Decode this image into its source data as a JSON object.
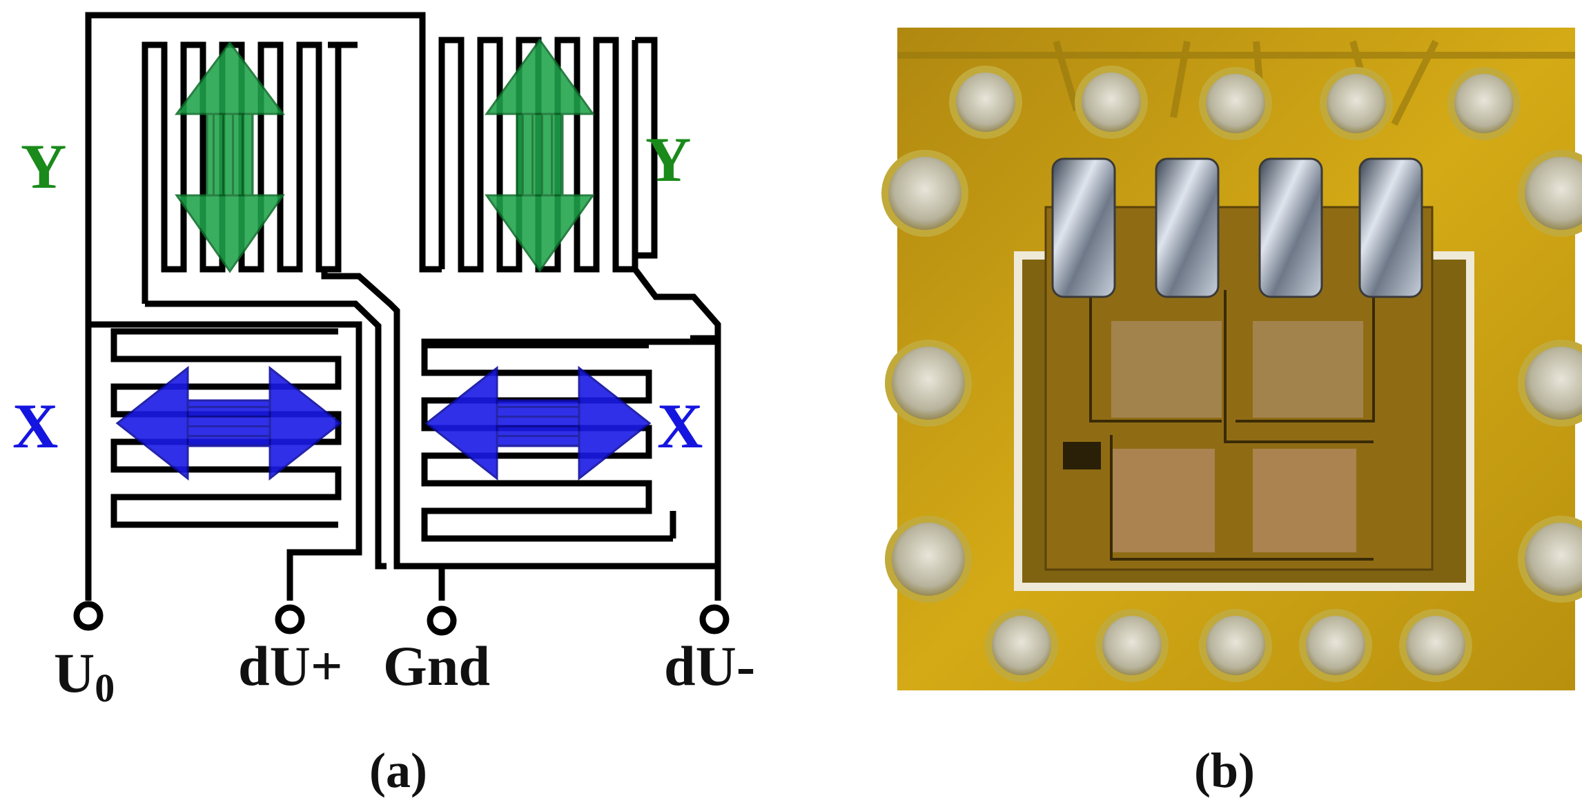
{
  "panel_a": {
    "caption_open": "(",
    "caption_letter": "a",
    "caption_close": ")",
    "axis_labels": {
      "y_left": "Y",
      "y_right": "Y",
      "x_left": "X",
      "x_right": "X"
    },
    "terminals": {
      "u0_main": "U",
      "u0_sub": "0",
      "du_plus": "dU+",
      "gnd": "Gnd",
      "du_minus": "dU-"
    },
    "colors": {
      "y_arrow": "#1ea34a",
      "x_arrow": "#1a1ae6",
      "trace": "#000000"
    }
  },
  "panel_b": {
    "caption_open": "(",
    "caption_letter": "b",
    "caption_close": ")",
    "colors": {
      "board": "#c9a012",
      "chip": "#8a6a12",
      "solder": "#b9c3cf"
    }
  }
}
